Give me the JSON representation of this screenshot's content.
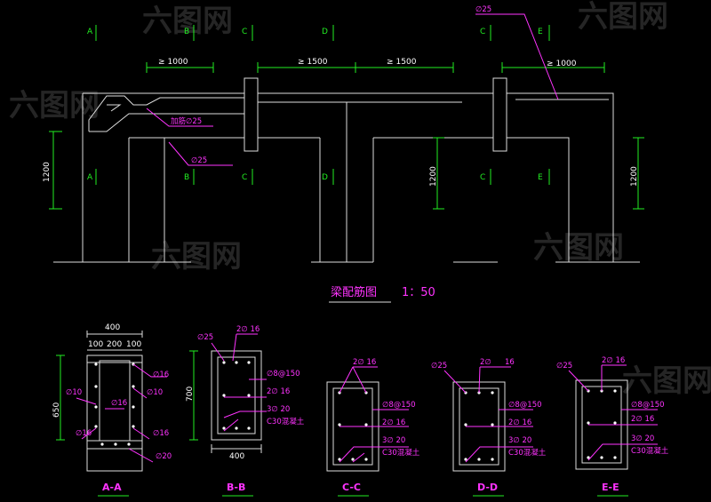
{
  "watermark": "六图网",
  "drawing": {
    "title": "梁配筋图",
    "scale": "1：50"
  },
  "elevation": {
    "axis_top": [
      "A",
      "B",
      "C",
      "D",
      "C",
      "E"
    ],
    "axis_mid": [
      "A",
      "B",
      "C",
      "D",
      "C",
      "E"
    ],
    "dims": {
      "d1": "1000",
      "d2": "1500",
      "d3": "1500",
      "d4": "1000",
      "h_left": "1200",
      "h_mid": "1200",
      "h_right": "1200"
    },
    "dim_prefix": "≥",
    "notes": {
      "top_bar": "∅25",
      "add_bar": "加筋∅25",
      "mid_bar": "∅25"
    }
  },
  "sections": {
    "aa": {
      "label": "A-A",
      "width": "400",
      "sub": [
        "100",
        "200",
        "100"
      ],
      "height": "650",
      "notes": [
        "∅16",
        "∅10",
        "∅10",
        "∅16",
        "∅16",
        "∅16",
        "∅20"
      ]
    },
    "bb": {
      "label": "B-B",
      "height": "700",
      "width": "400",
      "notes": [
        "∅25",
        "2∅ 16",
        "∅8@150",
        "2∅ 16",
        "3∅ 20",
        "C30混凝土"
      ]
    },
    "cc": {
      "label": "C-C",
      "notes": [
        "2∅ 16",
        "∅8@150",
        "2∅ 16",
        "3∅ 20",
        "C30混凝土"
      ]
    },
    "dd": {
      "label": "D-D",
      "notes": [
        "∅25",
        "2∅",
        "16",
        "∅8@150",
        "2∅ 16",
        "3∅ 20",
        "C30混凝土"
      ]
    },
    "ee": {
      "label": "E-E",
      "notes": [
        "∅25",
        "2∅ 16",
        "∅8@150",
        "2∅ 16",
        "3∅ 20",
        "C30混凝土"
      ]
    }
  }
}
